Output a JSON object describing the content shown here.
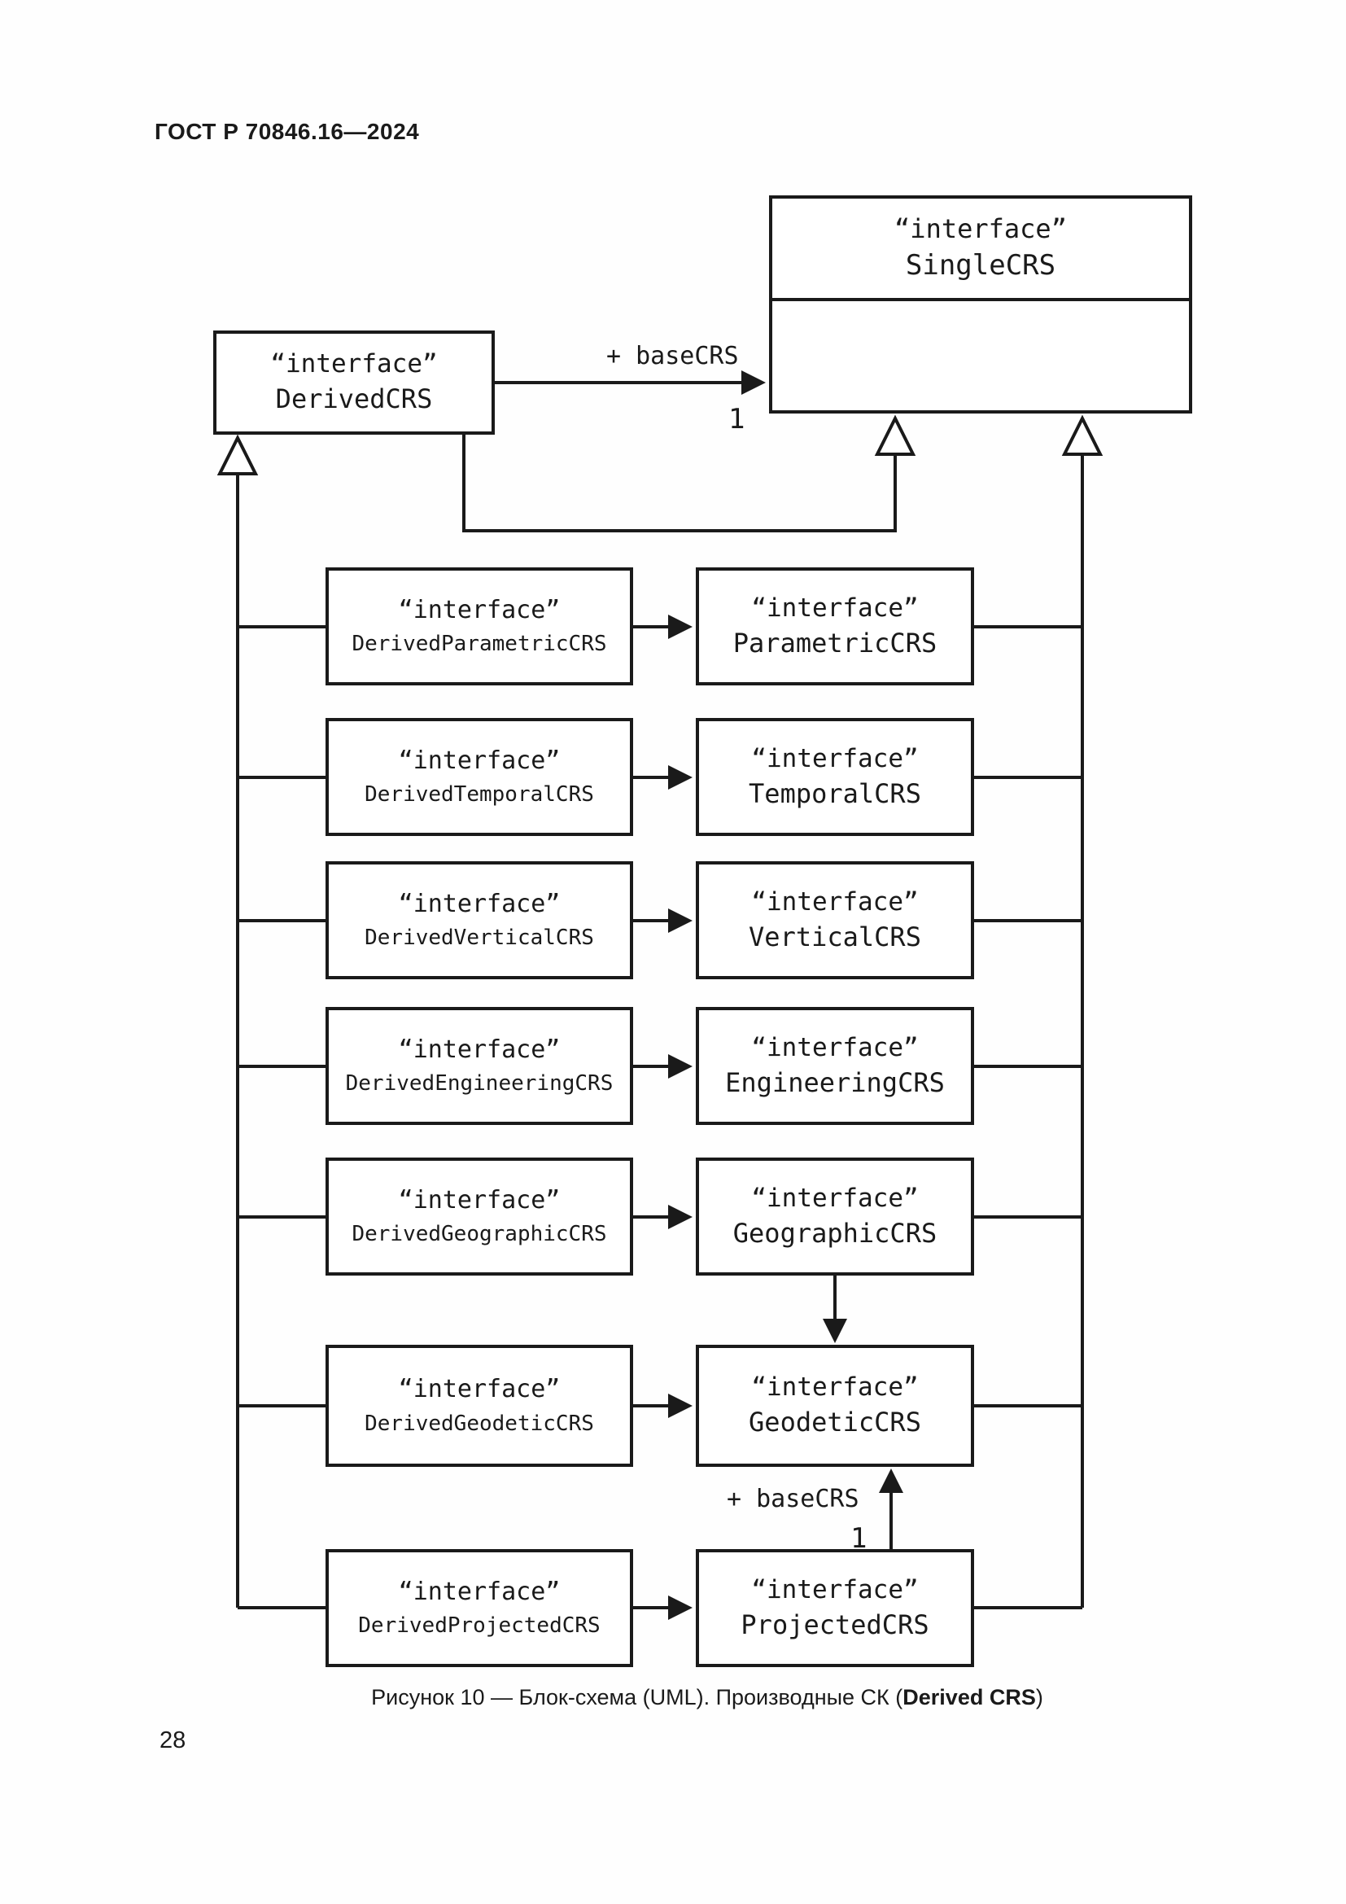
{
  "header": {
    "doc_number": "ГОСТ Р 70846.16—2024"
  },
  "footer": {
    "page_number": "28"
  },
  "caption": {
    "prefix": "Рисунок 10 — Блок-схема (UML). Производные СК (",
    "bold": "Derived CRS",
    "suffix": ")"
  },
  "diagram": {
    "single_crs": {
      "stereotype": "“interface”",
      "name": "SingleCRS"
    },
    "derived_crs": {
      "stereotype": "“interface”",
      "name": "DerivedCRS"
    },
    "base_crs_association": {
      "label": "+ baseCRS",
      "multiplicity": "1"
    },
    "geodetic_base_association": {
      "label": "+ baseCRS",
      "multiplicity": "1"
    },
    "rows": [
      {
        "left": {
          "stereotype": "“interface”",
          "name": "DerivedParametricCRS"
        },
        "right": {
          "stereotype": "“interface”",
          "name": "ParametricCRS"
        }
      },
      {
        "left": {
          "stereotype": "“interface”",
          "name": "DerivedTemporalCRS"
        },
        "right": {
          "stereotype": "“interface”",
          "name": "TemporalCRS"
        }
      },
      {
        "left": {
          "stereotype": "“interface”",
          "name": "DerivedVerticalCRS"
        },
        "right": {
          "stereotype": "“interface”",
          "name": "VerticalCRS"
        }
      },
      {
        "left": {
          "stereotype": "“interface”",
          "name": "DerivedEngineeringCRS"
        },
        "right": {
          "stereotype": "“interface”",
          "name": "EngineeringCRS"
        }
      },
      {
        "left": {
          "stereotype": "“interface”",
          "name": "DerivedGeographicCRS"
        },
        "right": {
          "stereotype": "“interface”",
          "name": "GeographicCRS"
        }
      },
      {
        "left": {
          "stereotype": "“interface”",
          "name": "DerivedGeodeticCRS"
        },
        "right": {
          "stereotype": "“interface”",
          "name": "GeodeticCRS"
        }
      },
      {
        "left": {
          "stereotype": "“interface”",
          "name": "DerivedProjectedCRS"
        },
        "right": {
          "stereotype": "“interface”",
          "name": "ProjectedCRS"
        }
      }
    ]
  }
}
